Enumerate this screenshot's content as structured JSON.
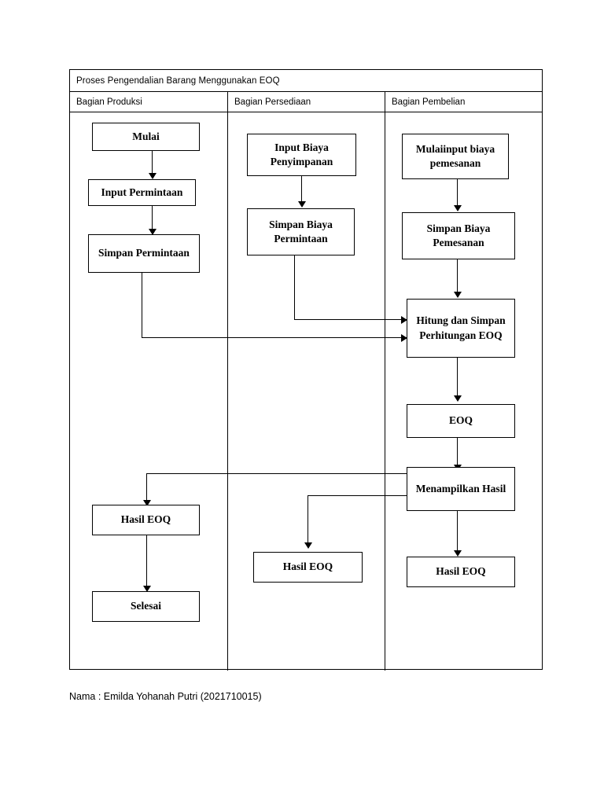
{
  "document": {
    "title": "Proses Pengendalian Barang Menggunakan EOQ",
    "footer": "Nama : Emilda Yohanah Putri (2021710015)"
  },
  "lanes": [
    {
      "id": "produksi",
      "label": "Bagian Produksi"
    },
    {
      "id": "persediaan",
      "label": "Bagian Persediaan"
    },
    {
      "id": "pembelian",
      "label": "Bagian Pembelian"
    }
  ],
  "chart_data": {
    "type": "flowchart",
    "nodes": [
      {
        "id": "n1",
        "lane": "produksi",
        "label": "Mulai"
      },
      {
        "id": "n2",
        "lane": "produksi",
        "label": "Input Permintaan"
      },
      {
        "id": "n3",
        "lane": "produksi",
        "label": "Simpan Permintaan"
      },
      {
        "id": "n4",
        "lane": "produksi",
        "label": "Hasil EOQ"
      },
      {
        "id": "n5",
        "lane": "produksi",
        "label": "Selesai"
      },
      {
        "id": "n6",
        "lane": "persediaan",
        "label": "Input Biaya Penyimpanan"
      },
      {
        "id": "n7",
        "lane": "persediaan",
        "label": "Simpan Biaya Permintaan"
      },
      {
        "id": "n8",
        "lane": "persediaan",
        "label": "Hasil EOQ"
      },
      {
        "id": "n9",
        "lane": "pembelian",
        "label": "Mulaiinput biaya pemesanan"
      },
      {
        "id": "n10",
        "lane": "pembelian",
        "label": "Simpan Biaya Pemesanan"
      },
      {
        "id": "n11",
        "lane": "pembelian",
        "label": "Hitung dan Simpan Perhitungan EOQ"
      },
      {
        "id": "n12",
        "lane": "pembelian",
        "label": "EOQ"
      },
      {
        "id": "n13",
        "lane": "pembelian",
        "label": "Menampilkan Hasil"
      },
      {
        "id": "n14",
        "lane": "pembelian",
        "label": "Hasil EOQ"
      }
    ],
    "edges": [
      {
        "from": "n1",
        "to": "n2"
      },
      {
        "from": "n2",
        "to": "n3"
      },
      {
        "from": "n3",
        "to": "n11"
      },
      {
        "from": "n6",
        "to": "n7"
      },
      {
        "from": "n7",
        "to": "n11"
      },
      {
        "from": "n9",
        "to": "n10"
      },
      {
        "from": "n10",
        "to": "n11"
      },
      {
        "from": "n11",
        "to": "n12"
      },
      {
        "from": "n12",
        "to": "n13"
      },
      {
        "from": "n13",
        "to": "n14"
      },
      {
        "from": "n13",
        "to": "n8"
      },
      {
        "from": "n13",
        "to": "n4"
      },
      {
        "from": "n4",
        "to": "n5"
      }
    ]
  }
}
